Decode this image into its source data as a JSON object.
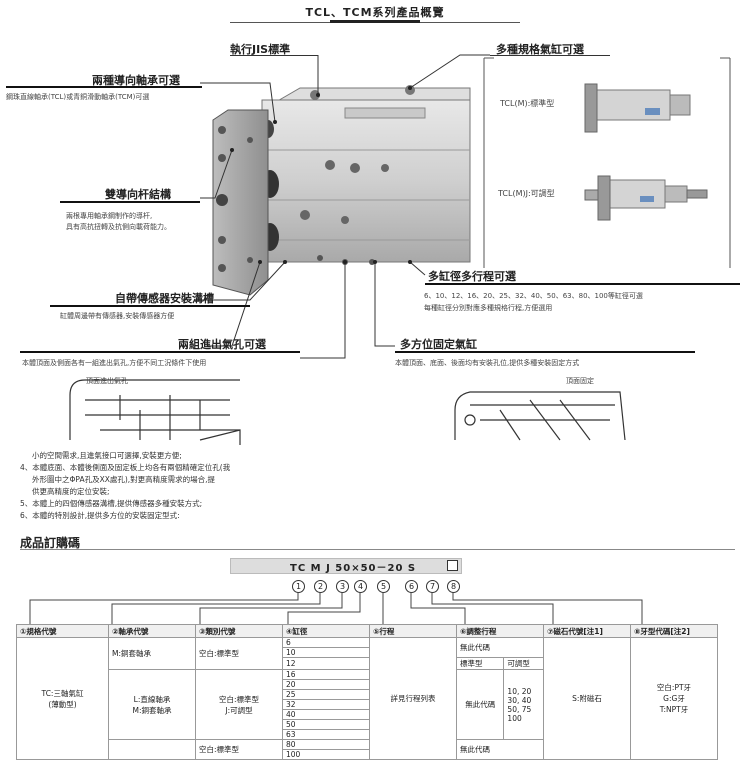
{
  "header": {
    "title": "TCL、TCM系列產品概覽"
  },
  "features": {
    "jis": {
      "title": "執行JIS標準"
    },
    "bore": {
      "title": "多種規格氣缸可選"
    },
    "bearing": {
      "title": "兩種導向軸承可選",
      "desc": "鋼珠直線軸承(TCL)或青銅滑動軸承(TCM)可選"
    },
    "rod": {
      "title": "雙導向杆結構",
      "desc1": "兩根專用軸承鋼制作的導杆,",
      "desc2": "具有高抗扭轉及抗側向載荷能力。"
    },
    "stroke": {
      "title": "多缸徑多行程可選",
      "desc1": "6、10、12、16、20、25、32、40、50、63、80、100等缸徑可選",
      "desc2": "每種缸徑分別對應多種規格行程,方便選用"
    },
    "sensor": {
      "title": "自帶傳感器安裝溝槽",
      "desc": "缸體周邊帶有傳感器,安裝傳感器方便"
    },
    "port": {
      "title": "兩組進出氣孔可選",
      "desc": "本體頂面及側面各有一組進出氣孔,方便不同工況條件下使用"
    },
    "mount": {
      "title": "多方位固定氣缸",
      "desc": "本體頂面、底面、後面均有安裝孔位,提供多種安裝固定方式"
    }
  },
  "variants": {
    "standard": "TCL(M):標準型",
    "adjustable": "TCL(M)J:可調型"
  },
  "drawings": {
    "left_label": "頂面進出氣孔",
    "right_label": "頂面固定"
  },
  "notes": [
    "小的空間需求,且進氣接口可選擇,安裝更方便;",
    "4、本體底面、本體後側面及固定板上均各有兩個精確定位孔(我",
    "外形圖中之ΦPA孔及XX處孔),對更高精度需求的場合,提",
    "供更高精度的定位安裝;",
    "5、本體上的四個傳感器溝槽,提供傳感器多種安裝方式;",
    "6、本體的特別設計,提供多方位的安裝固定型式:"
  ],
  "order": {
    "section_title": "成品訂購碼",
    "model_code": "TC  M  J  50×50－20  S",
    "markers": [
      "1",
      "2",
      "3",
      "4",
      "5",
      "6",
      "7",
      "8"
    ],
    "headers": [
      "①規格代號",
      "②軸承代號",
      "③類別代號",
      "④缸徑",
      "⑤行程",
      "⑥調整行程",
      "⑦磁石代號",
      "[注1]",
      "⑧牙型代碼",
      "[注2]"
    ],
    "spec": "TC:三軸氣缸",
    "spec_sub": "(薄動型)",
    "bearing_m": "M:銅套軸承",
    "bearing_l": "L:直線軸承",
    "bearing_m2": "M:銅套軸承",
    "class_1": "空白:標準型",
    "class_2a": "空白:標準型",
    "class_2b": "J:可調型",
    "class_3": "空白:標準型",
    "bores": [
      "6",
      "10",
      "12",
      "16",
      "20",
      "25",
      "32",
      "40",
      "50",
      "63",
      "80",
      "100"
    ],
    "stroke_ref": "詳見行程列表",
    "adj_none": "無此代碼",
    "adj_std": "標準型",
    "adj_adj": "可調型",
    "adj_vals1": "10, 20",
    "adj_vals2": "30, 40",
    "adj_vals3": "50, 75",
    "adj_vals4": "100",
    "adj_none2": "無此代碼",
    "adj_none3": "無此代碼",
    "magnet": "S:附磁石",
    "thread1": "空白:PT牙",
    "thread2": "G:G牙",
    "thread3": "T:NPT牙"
  }
}
